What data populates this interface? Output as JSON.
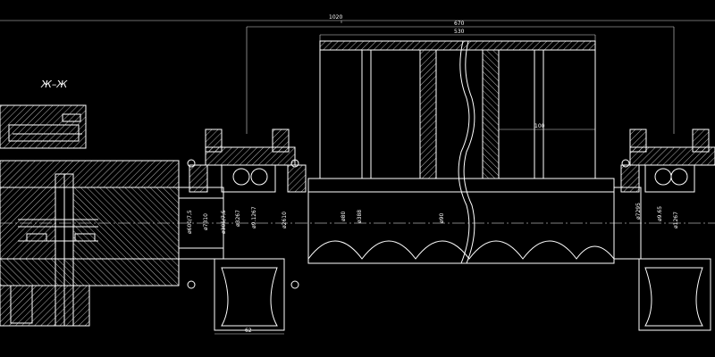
{
  "section_label": "Ж–Ж",
  "dimensions": {
    "overall": "1020",
    "span_outer": "670",
    "span_inner": "530",
    "wheel_inner": "100",
    "wheel_width": "62"
  },
  "diameters": {
    "hub_left": "ø600/7,5",
    "hub_left_2": "ø7310",
    "bearing_1": "ø305/7,5",
    "bearing_2": "ø3267",
    "bearing_3": "ø9.1267",
    "bearing_4": "ø2610",
    "shaft_1": "ø80",
    "shaft_2": "ø388",
    "shaft_3": "ø90",
    "right_1": "ø7295",
    "right_2": "ø9.65",
    "right_3": "ø1267"
  },
  "colors": {
    "background": "#000000",
    "line": "#ffffff"
  }
}
